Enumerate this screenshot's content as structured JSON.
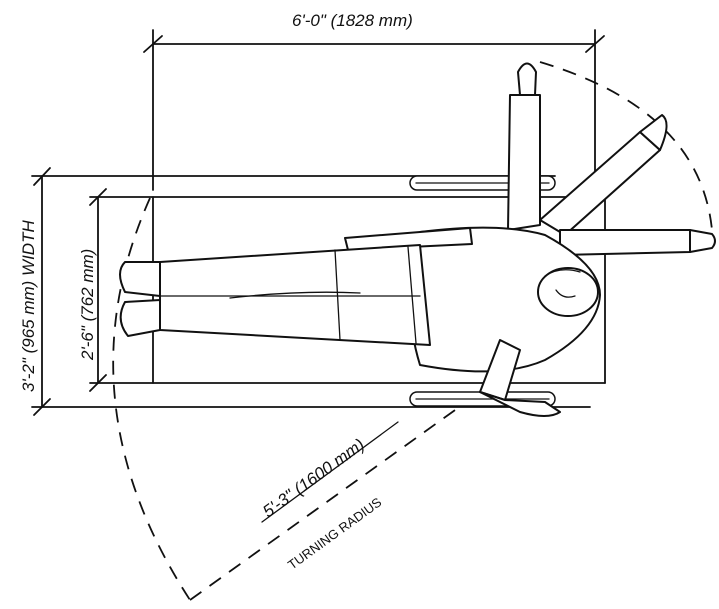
{
  "dimensions": {
    "length": {
      "label": "6'-0\" (1828 mm)"
    },
    "outer_width": {
      "label": "3'-2\" (965 mm) WIDTH"
    },
    "inner_width": {
      "label": "2'-6\" (762 mm)"
    },
    "turning_radius": {
      "value_label": "5'-3\" (1600 mm)",
      "caption": "TURNING RADIUS"
    }
  },
  "colors": {
    "ink": "#111111",
    "background": "#ffffff"
  }
}
